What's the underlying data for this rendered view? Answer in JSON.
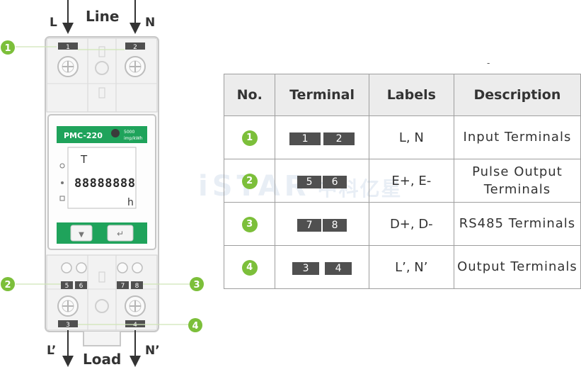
{
  "colors": {
    "accent": "#7cbf3a",
    "terminal_block": "#505050",
    "header_bg": "#ececec",
    "watermark": "#dfe7f2"
  },
  "diagram": {
    "top_label_line": "Line",
    "top_label_l": "L",
    "top_label_n": "N",
    "bottom_label_load": "Load",
    "bottom_label_l": "L’",
    "bottom_label_n": "N’",
    "callouts": [
      "1",
      "2",
      "3",
      "4"
    ],
    "terminal_numbers": {
      "t1": "1",
      "t2": "2",
      "t3": "3",
      "t4": "4",
      "t5": "5",
      "t6": "6",
      "t7": "7",
      "t8": "8"
    },
    "device_model": "PMC-220",
    "device_badge_line1": "5000",
    "device_badge_line2": "imp/kWh",
    "lcd_digits": "88888888",
    "lcd_top": "T",
    "lcd_unit": "h",
    "btn_down_icon": "▼",
    "btn_enter_icon": "↵"
  },
  "watermark": {
    "latin": "iSTAR",
    "chinese": "中科亿星"
  },
  "stray_mark": "-",
  "table": {
    "headers": {
      "no": "No.",
      "terminal": "Terminal",
      "labels": "Labels",
      "description": "Description"
    },
    "rows": [
      {
        "no": "1",
        "terminals": [
          "1",
          "2"
        ],
        "labels": "L, N",
        "desc1": "Input Terminals",
        "desc2": ""
      },
      {
        "no": "2",
        "terminals": [
          "5",
          "6"
        ],
        "labels": "E+, E-",
        "desc1": "Pulse Output",
        "desc2": "Terminals"
      },
      {
        "no": "3",
        "terminals": [
          "7",
          "8"
        ],
        "labels": "D+, D-",
        "desc1": "RS485 Terminals",
        "desc2": ""
      },
      {
        "no": "4",
        "terminals": [
          "3",
          "4"
        ],
        "labels": "L’, N’",
        "desc1": "Output Terminals",
        "desc2": ""
      }
    ]
  }
}
